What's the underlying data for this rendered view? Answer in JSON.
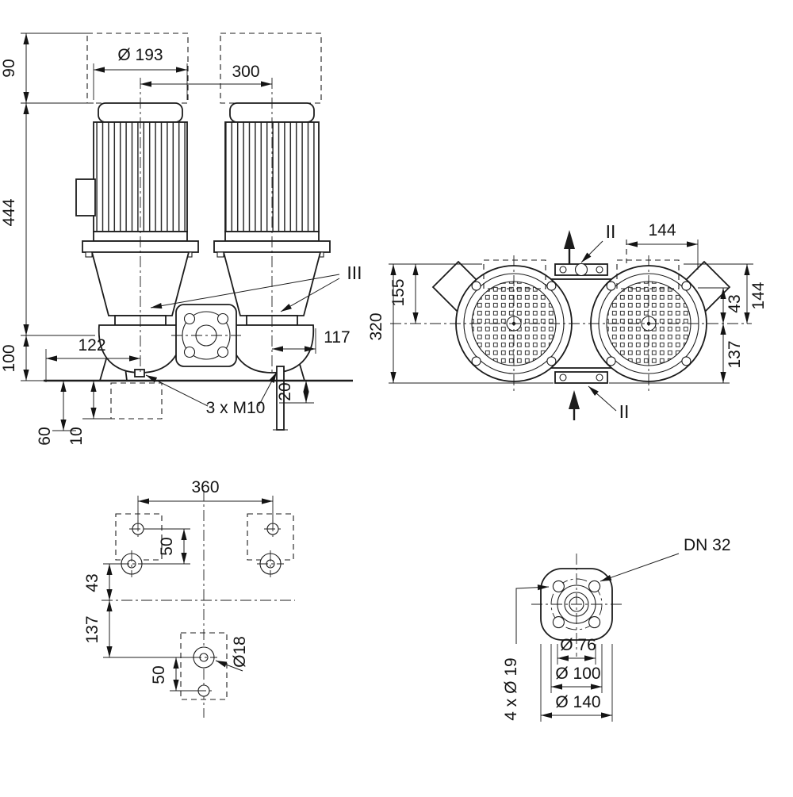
{
  "meta": {
    "background": "#ffffff",
    "ink": "#1c1c1c"
  },
  "front_view": {
    "dia_193": "Ø 193",
    "dim_300": "300",
    "dim_90": "90",
    "dim_444": "444",
    "dim_100": "100",
    "dim_122": "122",
    "dim_117": "117",
    "dim_20": "20",
    "note_m10": "3 x M10",
    "section": "III",
    "dim_60": "60",
    "dim_10": "10"
  },
  "top_view": {
    "section_top": "II",
    "section_bottom": "II",
    "dim_144_top": "144",
    "dim_43": "43",
    "dim_144_right": "144",
    "dim_137": "137",
    "dim_155": "155",
    "dim_320": "320"
  },
  "foundation_view": {
    "dim_360": "360",
    "dim_50_top": "50",
    "dim_43": "43",
    "dim_137": "137",
    "dim_50_bottom": "50",
    "dia_18": "Ø18"
  },
  "flange_view": {
    "dn": "DN 32",
    "dia_76": "Ø 76",
    "dia_100": "Ø 100",
    "dia_140": "Ø 140",
    "note_4x19": "4 x Ø 19"
  }
}
